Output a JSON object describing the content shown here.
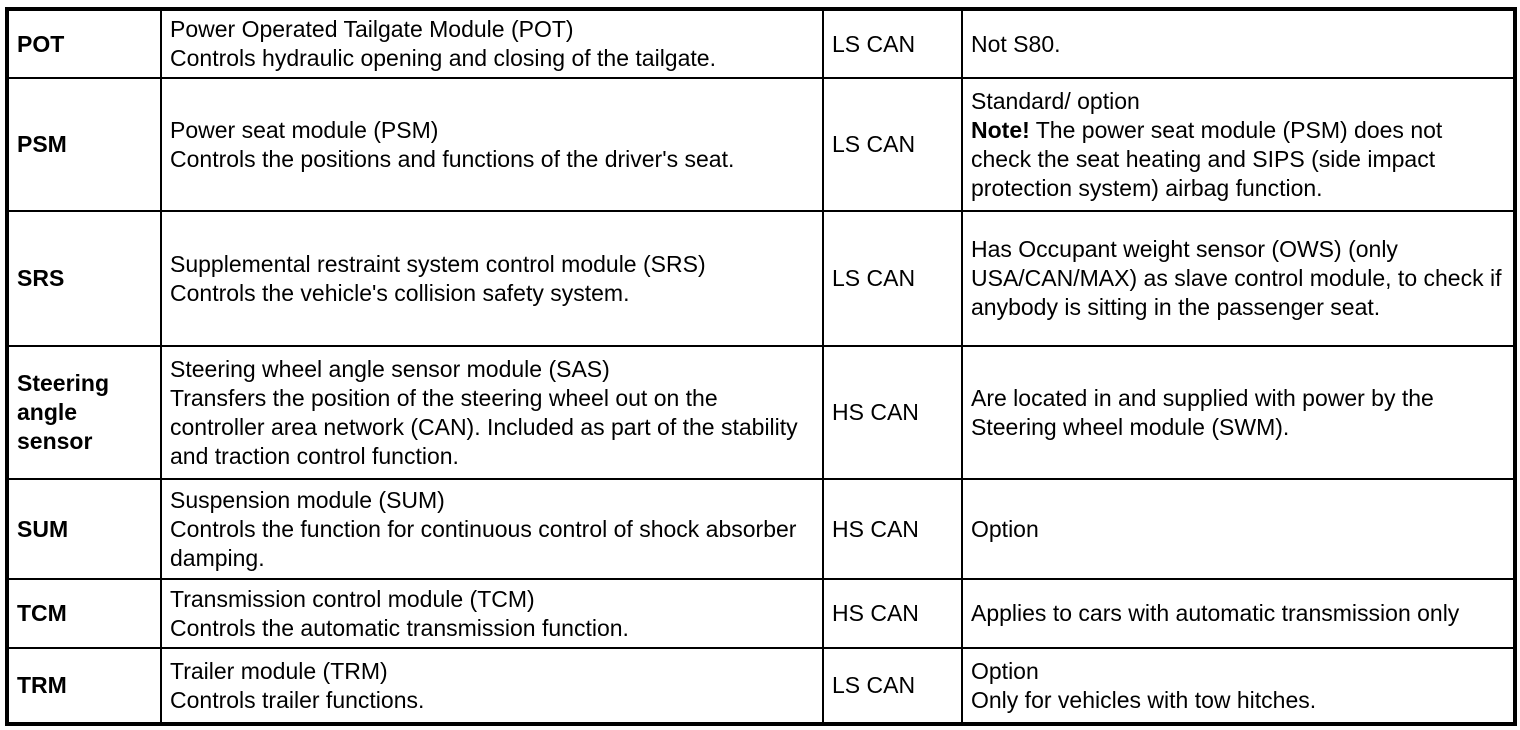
{
  "table": {
    "rows": [
      {
        "abbr": "POT",
        "description": [
          "Power Operated Tailgate Module (POT)",
          "Controls hydraulic opening and closing of the tailgate."
        ],
        "network": "LS CAN",
        "notes": [
          [
            {
              "t": "Not S80."
            }
          ]
        ]
      },
      {
        "abbr": "PSM",
        "description": [
          "Power seat module (PSM)",
          "Controls the positions and functions of the driver's seat."
        ],
        "network": "LS CAN",
        "notes": [
          [
            {
              "t": "Standard/ option"
            }
          ],
          [
            {
              "t": "Note!",
              "b": true
            },
            {
              "t": " The power seat module (PSM) does not check the seat heating and SIPS (side impact protection system) airbag function."
            }
          ]
        ]
      },
      {
        "abbr": "SRS",
        "description": [
          "Supplemental restraint system control module (SRS)",
          "Controls the vehicle's collision safety system."
        ],
        "network": "LS CAN",
        "notes": [
          [
            {
              "t": "Has Occupant weight sensor (OWS) (only USA/CAN/MAX) as slave control module, to check if anybody is sitting in the passenger seat."
            }
          ]
        ]
      },
      {
        "abbr": "Steering\nangle\nsensor",
        "description": [
          "Steering wheel angle sensor module (SAS)",
          "Transfers the position of the steering wheel out on the controller area network (CAN). Included as part of the stability and traction control function."
        ],
        "network": "HS CAN",
        "notes": [
          [
            {
              "t": "Are located in and supplied with power by the Steering wheel module (SWM)."
            }
          ]
        ]
      },
      {
        "abbr": "SUM",
        "description": [
          "Suspension module (SUM)",
          "Controls the function for continuous control of shock absorber damping."
        ],
        "network": "HS CAN",
        "notes": [
          [
            {
              "t": "Option"
            }
          ]
        ]
      },
      {
        "abbr": "TCM",
        "description": [
          "Transmission control module (TCM)",
          "Controls the automatic transmission function."
        ],
        "network": "HS CAN",
        "notes": [
          [
            {
              "t": "Applies to cars with automatic transmission only"
            }
          ]
        ]
      },
      {
        "abbr": "TRM",
        "description": [
          "Trailer module (TRM)",
          "Controls trailer functions."
        ],
        "network": "LS CAN",
        "notes": [
          [
            {
              "t": "Option"
            }
          ],
          [
            {
              "t": "Only for vehicles with tow hitches."
            }
          ]
        ]
      }
    ]
  }
}
